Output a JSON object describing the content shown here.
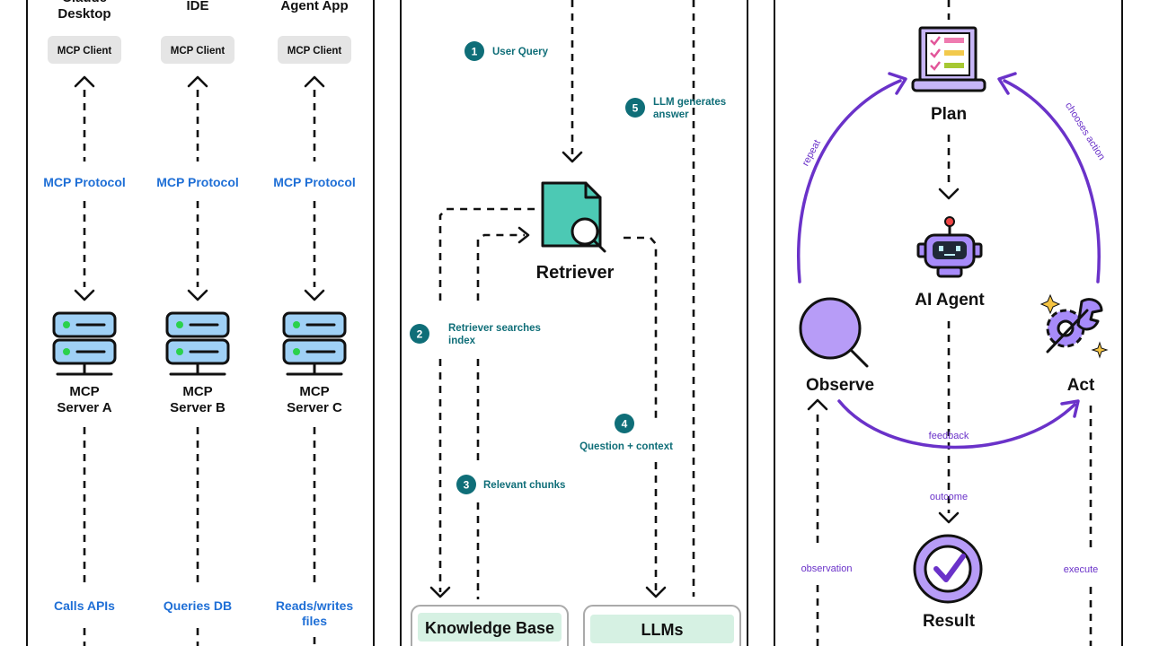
{
  "panel_mcp": {
    "hosts": [
      {
        "name": "Claude\nDesktop",
        "client": "MCP Client",
        "protocol": "MCP Protocol",
        "server": "MCP\nServer A",
        "action": "Calls APIs"
      },
      {
        "name": "IDE",
        "client": "MCP Client",
        "protocol": "MCP Protocol",
        "server": "MCP\nServer B",
        "action": "Queries DB"
      },
      {
        "name": "Agent App",
        "client": "MCP Client",
        "protocol": "MCP Protocol",
        "server": "MCP\nServer C",
        "action": "Reads/writes\nfiles"
      }
    ]
  },
  "panel_rag": {
    "retriever": "Retriever",
    "knowledge_base": "Knowledge Base",
    "llms": "LLMs",
    "steps": [
      {
        "num": "1",
        "text": "User Query"
      },
      {
        "num": "2",
        "text": "Retriever searches\nindex"
      },
      {
        "num": "3",
        "text": "Relevant chunks"
      },
      {
        "num": "4",
        "text": "Question + context"
      },
      {
        "num": "5",
        "text": "LLM generates\nanswer"
      }
    ]
  },
  "panel_agent": {
    "plan": "Plan",
    "agent": "AI Agent",
    "observe": "Observe",
    "act": "Act",
    "result": "Result",
    "edges": {
      "repeat": "repeat",
      "chooses_action": "chooses action",
      "feedback": "feedback",
      "outcome": "outcome",
      "observation": "observation",
      "execute": "execute"
    }
  },
  "colors": {
    "mcp_blue": "#1f6fd6",
    "rag_teal": "#0f6e78",
    "agent_purple": "#6a32c9",
    "server_fill": "#9fd0f5",
    "retriever_fill": "#4cc9b4",
    "box_green": "#d6f1e3"
  }
}
